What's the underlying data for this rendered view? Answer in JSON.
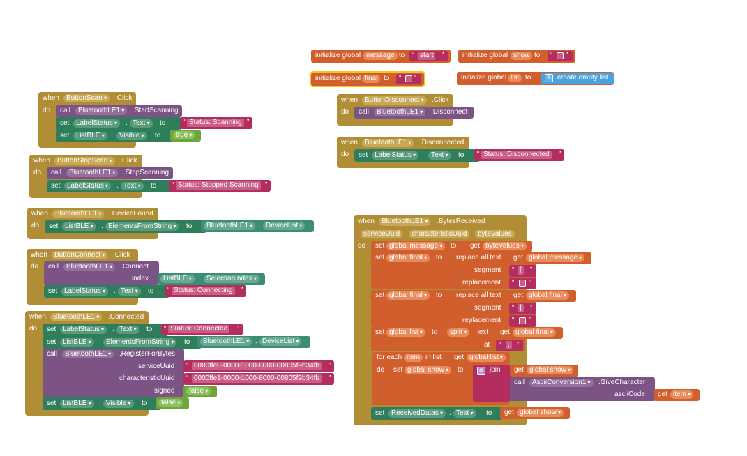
{
  "globals": {
    "kw_initialize_global": "initialize global",
    "kw_to": "to",
    "message_name": "message",
    "message_value": "start",
    "show_name": "show",
    "final_name": "final",
    "list_name": "list",
    "create_empty_list": "create empty list"
  },
  "kw": {
    "when": "when",
    "do": "do",
    "call": "call",
    "set": "set",
    "to": "to",
    "get": "get",
    "dot": ".",
    "for_each": "for each",
    "in_list": "in list",
    "join": "join"
  },
  "scan_click": {
    "component": "ButtonScan",
    "event": ".Click",
    "call_component": "BluetoothLE1",
    "call_method": ".StartScanning",
    "set1_component": "LabelStatus",
    "set1_prop": "Text",
    "set1_value": "Status: Scanning",
    "set2_component": "ListBLE",
    "set2_prop": "Visible",
    "set2_value": "true"
  },
  "stopscan_click": {
    "component": "ButtonStopScan",
    "event": ".Click",
    "call_component": "BluetoothLE1",
    "call_method": ".StopScanning",
    "set_component": "LabelStatus",
    "set_prop": "Text",
    "set_value": "Status: Stopped Scanning"
  },
  "device_found": {
    "component": "BluetoothLE1",
    "event": ".DeviceFound",
    "set_component": "ListBLE",
    "set_prop": "ElementsFromString",
    "value_component": "BluetoothLE1",
    "value_prop": "DeviceList"
  },
  "connect_click": {
    "component": "ButtonConnect",
    "event": ".Click",
    "call_component": "BluetoothLE1",
    "call_method": ".Connect",
    "index_label": "index",
    "index_component": "ListBLE",
    "index_prop": "SelectionIndex",
    "set_component": "LabelStatus",
    "set_prop": "Text",
    "set_value": "Status: Connecting"
  },
  "connected": {
    "component": "BluetoothLE1",
    "event": ".Connected",
    "set1_component": "LabelStatus",
    "set1_prop": "Text",
    "set1_value": "Status: Connected",
    "set2_component": "ListBLE",
    "set2_prop": "ElementsFromString",
    "set2_value_component": "BluetoothLE1",
    "set2_value_prop": "DeviceList",
    "call_component": "BluetoothLE1",
    "call_method": ".RegisterForBytes",
    "service_label": "serviceUuid",
    "service_value": "0000ffe0-0000-1000-8000-00805f9b34fb",
    "characteristic_label": "characteristicUuid",
    "characteristic_value": "0000ffe1-0000-1000-8000-00805f9b34fb",
    "signed_label": "signed",
    "signed_value": "false",
    "set3_component": "ListBLE",
    "set3_prop": "Visible",
    "set3_value": "false"
  },
  "disconnect_click": {
    "component": "ButtonDisconnect",
    "event": ".Click",
    "call_component": "BluetoothLE1",
    "call_method": ".Disconnect"
  },
  "disconnected": {
    "component": "BluetoothLE1",
    "event": ".Disconnected",
    "set_component": "LabelStatus",
    "set_prop": "Text",
    "set_value": "Status: Disconnected"
  },
  "bytes_received": {
    "component": "BluetoothLE1",
    "event": ".BytesReceived",
    "param1": "serviceUuid",
    "param2": "characteristicUuid",
    "param3": "byteValues",
    "set_global_message": "global message",
    "get_byte_values": "byteValues",
    "set_global_final": "global final",
    "replace_all_text": "replace all text",
    "get_global_message": "global message",
    "segment_label": "segment",
    "replacement_label": "replacement",
    "segment1": "[",
    "get_global_final": "global final",
    "segment2": "]",
    "set_global_list": "global list",
    "split": "split",
    "text_label": "text",
    "at_label": "at",
    "split_at": ",",
    "item_name": "item",
    "get_global_list": "global list",
    "set_global_show": "global show",
    "get_global_show": "global show",
    "call_component": "AsciiConversion1",
    "call_method": ".GiveCharacter",
    "ascii_label": "asciiCode",
    "get_item": "item",
    "final_set_component": "ReceivedDatas",
    "final_set_prop": "Text"
  }
}
